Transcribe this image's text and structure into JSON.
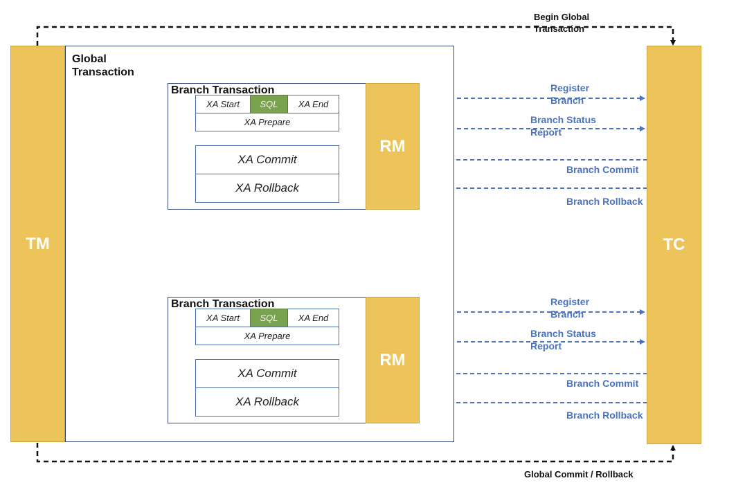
{
  "tm": "TM",
  "tc": "TC",
  "global_transaction": "Global\nTransaction",
  "begin_global": "Begin Global\nTransaction",
  "global_commit": "Global Commit / Rollback",
  "colors": {
    "participant": "#ecc45a",
    "sql": "#7aa350",
    "arrow": "#4a72bd"
  },
  "branches": [
    {
      "title": "Branch Transaction",
      "rm": "RM",
      "xa_start": "XA Start",
      "sql": "SQL",
      "xa_end": "XA End",
      "xa_prepare": "XA Prepare",
      "xa_commit": "XA Commit",
      "xa_rollback": "XA Rollback",
      "register": "Register\nBranch",
      "status": "Branch Status\nReport",
      "commit": "Branch Commit",
      "rollback": "Branch Rollback"
    },
    {
      "title": "Branch Transaction",
      "rm": "RM",
      "xa_start": "XA Start",
      "sql": "SQL",
      "xa_end": "XA End",
      "xa_prepare": "XA Prepare",
      "xa_commit": "XA Commit",
      "xa_rollback": "XA Rollback",
      "register": "Register\nBranch",
      "status": "Branch Status\nReport",
      "commit": "Branch Commit",
      "rollback": "Branch Rollback"
    }
  ]
}
